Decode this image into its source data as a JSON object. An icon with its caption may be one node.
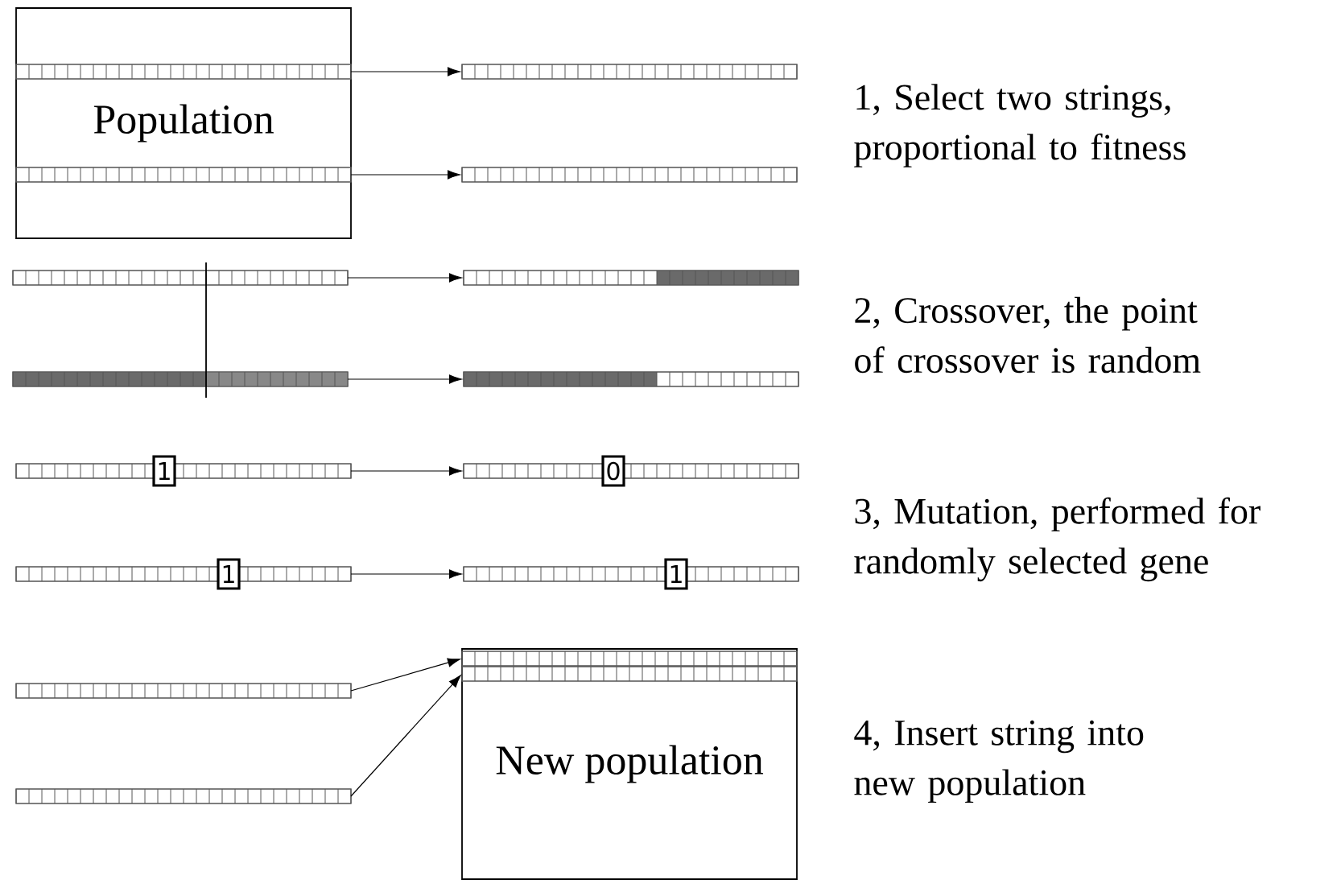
{
  "diagram": {
    "nodes": [
      {
        "text": [
          "Population"
        ]
      },
      {
        "text": [],
        "shape": "bar",
        "in": 0
      },
      {
        "text": [],
        "shape": "bar",
        "in": 0
      },
      {
        "text": [],
        "shape": "bar"
      },
      {
        "text": [],
        "shape": "bar"
      },
      {
        "text": [],
        "shape": "bar"
      },
      {
        "text": [],
        "shape": "bar"
      },
      {
        "text": [],
        "shape": "bar"
      },
      {
        "text": [],
        "shape": "bar"
      },
      {
        "text": [
          "1"
        ]
      },
      {
        "text": [
          "0"
        ]
      },
      {
        "text": [
          "1"
        ]
      },
      {
        "text": [
          "1"
        ]
      },
      {
        "text": [],
        "shape": "bar"
      },
      {
        "text": [],
        "shape": "bar"
      },
      {
        "text": [
          "New population"
        ]
      },
      {
        "text": [],
        "shape": "bar",
        "in": 15
      },
      {
        "text": [],
        "shape": "bar",
        "in": 15
      }
    ],
    "edges": [
      {
        "from": 1,
        "to": 3,
        "arrow": "to"
      },
      {
        "from": 2,
        "to": 4,
        "arrow": "to"
      },
      {
        "from": 5,
        "to": 7,
        "arrow": "to"
      },
      {
        "from": 6,
        "to": 8,
        "arrow": "to"
      },
      {
        "from": 9,
        "to": 10,
        "arrow": "to"
      },
      {
        "from": 11,
        "to": 12,
        "arrow": "to"
      },
      {
        "from": 13,
        "to": 16,
        "arrow": "to"
      },
      {
        "from": 14,
        "to": 17,
        "arrow": "to"
      }
    ],
    "labels": [
      "1, Select two strings, proportional to fitness",
      "2, Crossover, the point of crossover is random",
      "3, Mutation, performed for randomly selected gene",
      "4, Insert string into new population"
    ]
  }
}
